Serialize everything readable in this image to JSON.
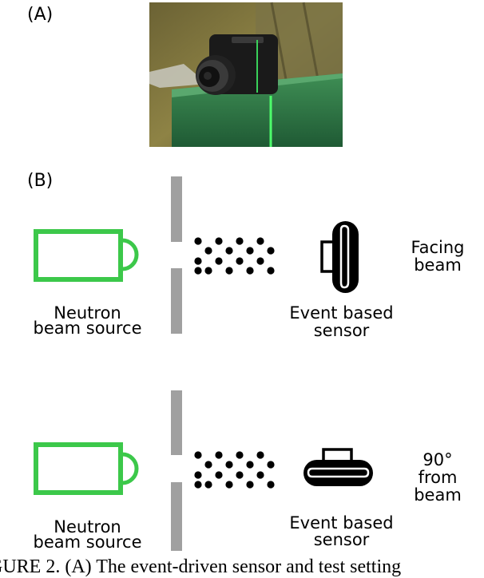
{
  "panel_a": {
    "label": "(A)"
  },
  "panel_b": {
    "label": "(B)"
  },
  "colors": {
    "source": "#3cc84a",
    "barrier": "#a0a0a0",
    "sensor": "#000000"
  },
  "row1": {
    "source_label_1": "Neutron",
    "source_label_2": "beam source",
    "sensor_label_1": "Event based",
    "sensor_label_2": "sensor",
    "orientation_1": "Facing",
    "orientation_2": "beam"
  },
  "row2": {
    "source_label_1": "Neutron",
    "source_label_2": "beam source",
    "sensor_label_1": "Event based",
    "sensor_label_2": "sensor",
    "orientation_1": "90°",
    "orientation_2": "from",
    "orientation_3": "beam"
  },
  "caption": "GURE 2. (A) The event-driven sensor and test setting"
}
